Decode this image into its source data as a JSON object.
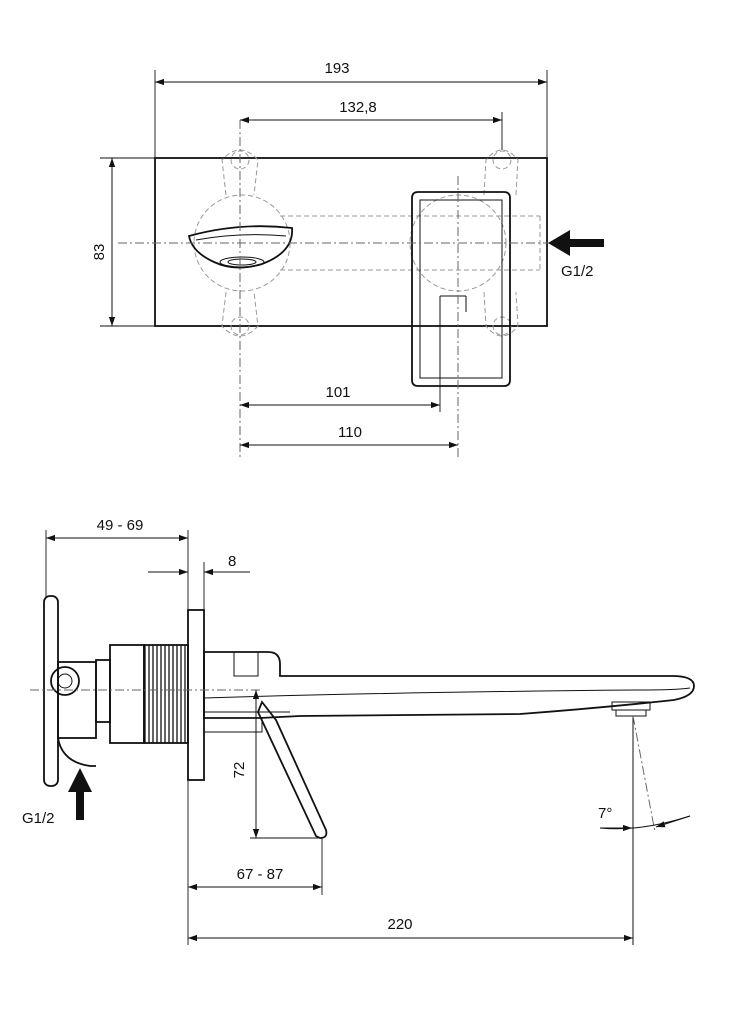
{
  "top_view": {
    "dim_total_width": "193",
    "dim_center_distance": "132,8",
    "dim_height": "83",
    "dim_to_handle_inner": "101",
    "dim_to_handle_center": "110",
    "inlet_label": "G1/2"
  },
  "side_view": {
    "dim_wall_depth": "49 - 69",
    "dim_plate_thickness": "8",
    "dim_lever_drop": "72",
    "dim_lever_reach": "67 - 87",
    "dim_spout_reach": "220",
    "dim_angle": "7°",
    "inlet_label": "G1/2"
  }
}
